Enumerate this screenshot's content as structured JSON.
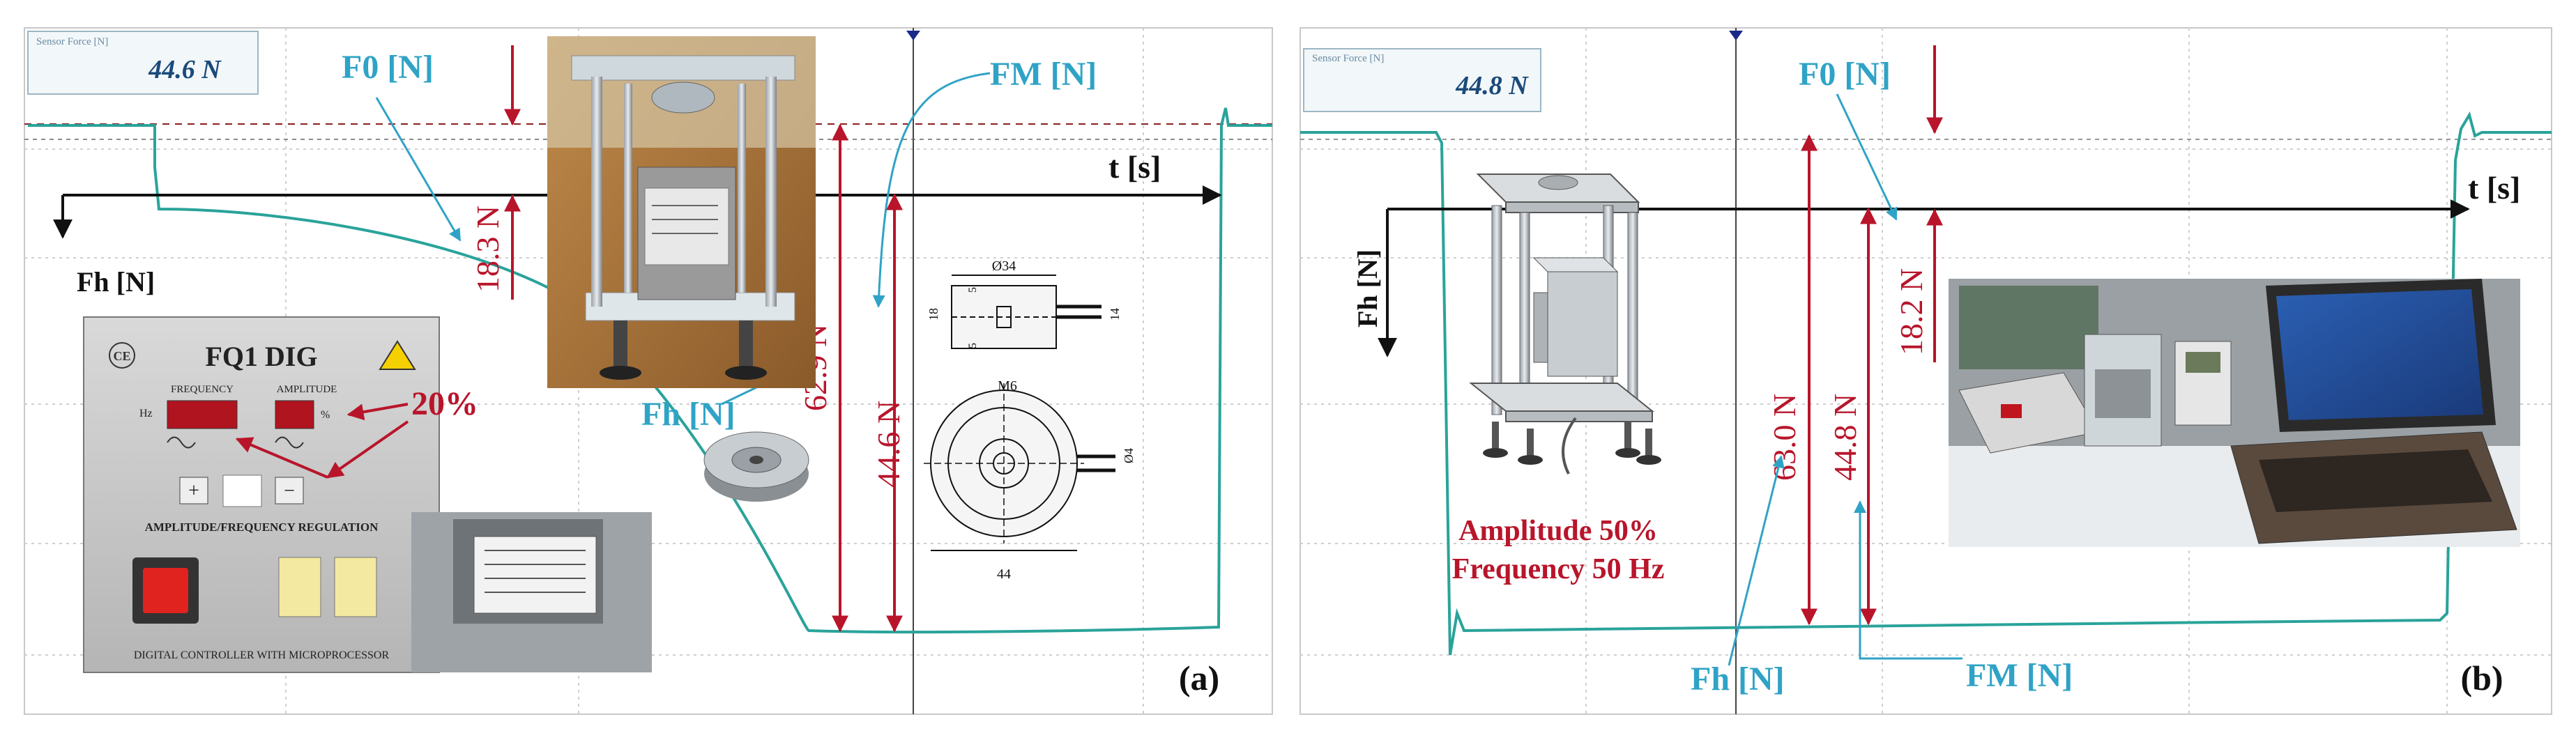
{
  "colors": {
    "signal": "#2aa39a",
    "annotation_teal": "#2fa3c6",
    "annotation_red": "#b8152b",
    "axis": "#111111",
    "grid": "#c9c9c9"
  },
  "panel_a": {
    "label": "(a)",
    "sensor_caption": "Sensor Force [N]",
    "sensor_value": "44.6 N",
    "time_axis_label": "t [s]",
    "force_axis_label": "Fh [N]",
    "label_f0": "F0 [N]",
    "label_fm": "FM [N]",
    "label_fh": "Fh [N]",
    "measure_f0": "18.3 N",
    "measure_total": "62.9 N",
    "measure_fm": "44.6 N",
    "controller_percent": "20%",
    "controller": {
      "brand": "CE",
      "title": "FQ1 DIG",
      "frequency_label": "FREQUENCY",
      "amplitude_label": "AMPLITUDE",
      "hz_unit": "Hz",
      "percent_unit": "%",
      "plus": "+",
      "minus": "−",
      "regulation": "AMPLITUDE/FREQUENCY REGULATION",
      "footer": "DIGITAL CONTROLLER WITH MICROPROCESSOR"
    },
    "drawing": {
      "diameter_top": "Ø34",
      "height_dim": "18",
      "small_dim_1": "5",
      "small_dim_2": "5",
      "side_dim": "14",
      "thread": "M6",
      "cable_dim": "Ø4",
      "bottom_dim": "44"
    }
  },
  "panel_b": {
    "label": "(b)",
    "sensor_caption": "Sensor Force [N]",
    "sensor_value": "44.8 N",
    "time_axis_label": "t [s]",
    "force_axis_label": "Fh [N]",
    "label_f0": "F0 [N]",
    "label_fm": "FM [N]",
    "label_fh": "Fh [N]",
    "measure_f0": "18.2 N",
    "measure_total": "63.0 N",
    "measure_fm": "44.8 N",
    "amplitude_text": "Amplitude 50%",
    "frequency_text": "Frequency 50 Hz"
  }
}
